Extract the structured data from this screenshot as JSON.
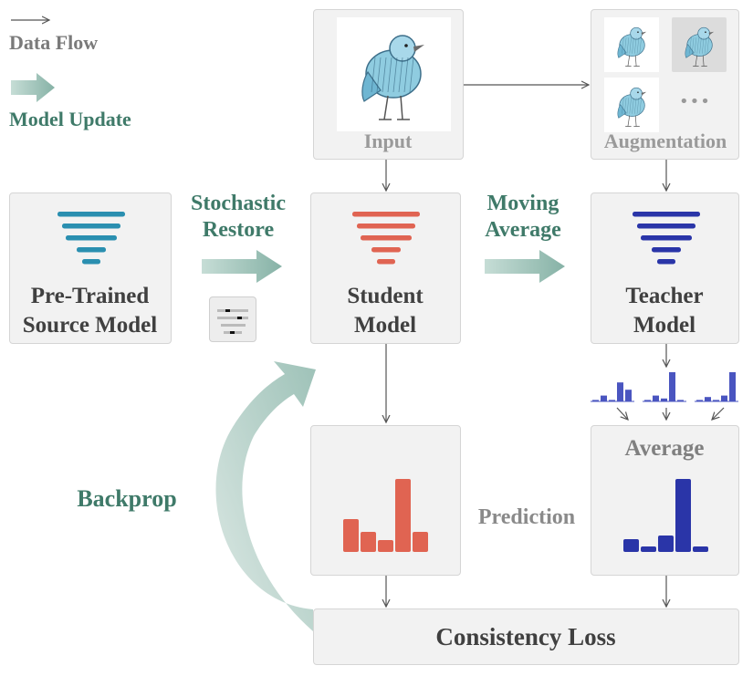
{
  "legend": {
    "data_flow_label": "Data Flow",
    "model_update_label": "Model Update"
  },
  "input_box": {
    "label": "Input"
  },
  "augmentation_box": {
    "label": "Augmentation",
    "more_glyph": "•••"
  },
  "source_model": {
    "line1": "Pre-Trained",
    "line2": "Source Model"
  },
  "student_model": {
    "line1": "Student",
    "line2": "Model"
  },
  "teacher_model": {
    "line1": "Teacher",
    "line2": "Model"
  },
  "stochastic_restore": {
    "line1": "Stochastic",
    "line2": "Restore"
  },
  "moving_average": {
    "line1": "Moving",
    "line2": "Average"
  },
  "average_box": {
    "label": "Average"
  },
  "prediction_label": "Prediction",
  "backprop_label": "Backprop",
  "consistency_loss": "Consistency Loss",
  "colors": {
    "source": "#2a8fb0",
    "student": "#e06452",
    "teacher": "#2a35a8",
    "teacher_light": "#4a55c0",
    "update_arrow": "#8fb8ad",
    "text_green": "#3f7a69",
    "text_gray": "#9a9a9a"
  }
}
